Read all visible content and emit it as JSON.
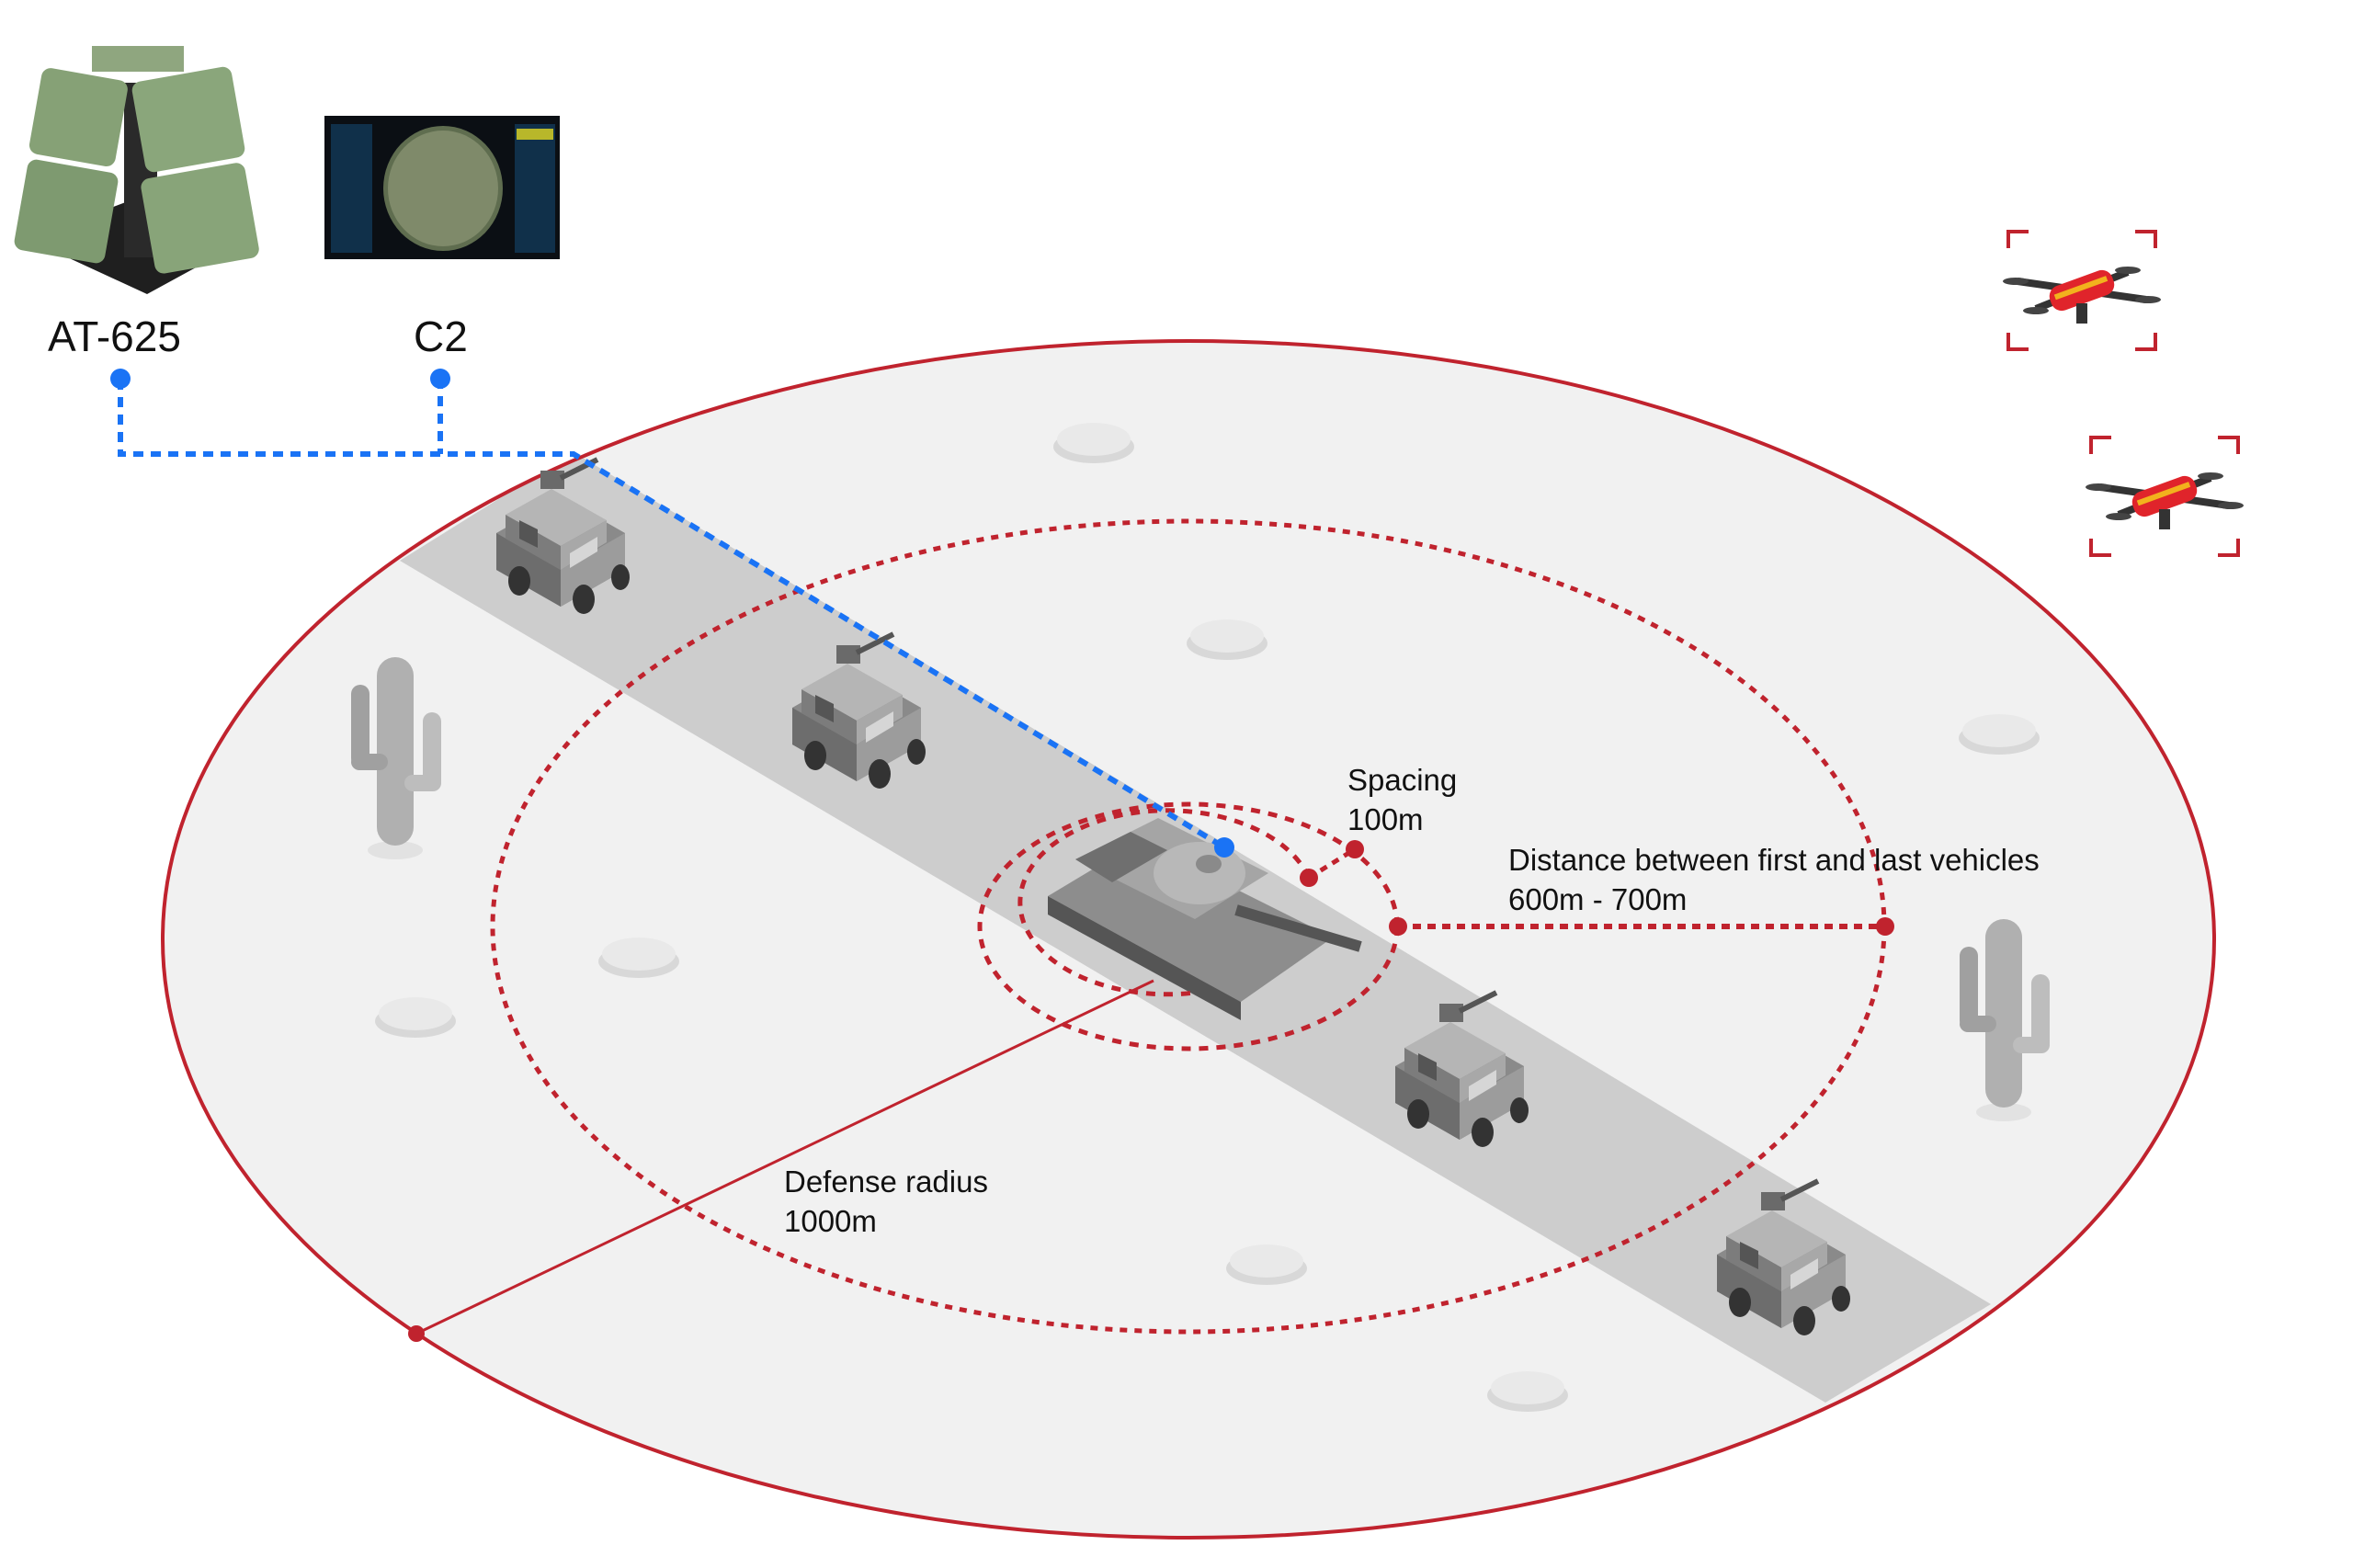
{
  "components": {
    "radar_label": "AT-625",
    "c2_label": "C2"
  },
  "annotations": {
    "spacing_title": "Spacing",
    "spacing_value": "100m",
    "distance_title": "Distance between first and last vehicles",
    "distance_value": "600m - 700m",
    "radius_title": "Defense radius",
    "radius_value": "1000m"
  },
  "colors": {
    "defense_red": "#c0232e",
    "link_blue": "#1a73f5",
    "ground": "#f1f1f1",
    "road": "#cdcdcd"
  },
  "icons": [
    "radar-unit-image",
    "c2-monitor-image",
    "tank-icon",
    "armored-vehicle-icon",
    "drone-icon",
    "cactus-icon",
    "rock-icon"
  ]
}
